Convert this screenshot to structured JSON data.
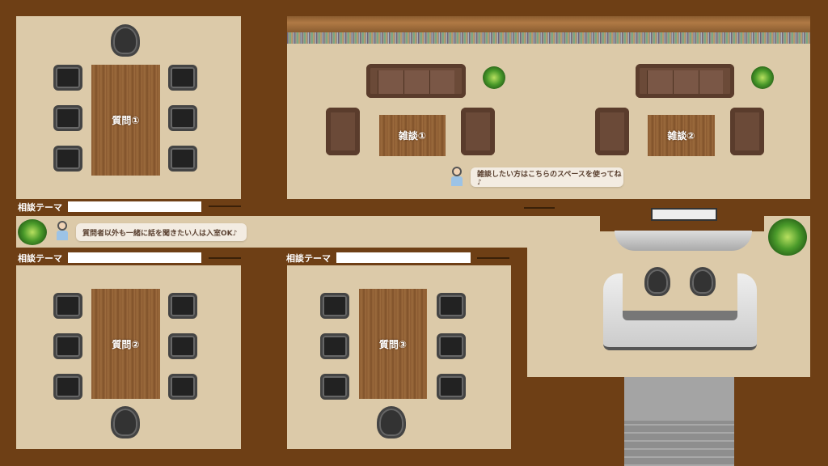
{
  "rooms": {
    "question1": {
      "table_label": "質問①",
      "theme_label": "相談テーマ",
      "theme_value": ""
    },
    "question2": {
      "table_label": "質問②",
      "theme_label": "相談テーマ",
      "theme_value": ""
    },
    "question3": {
      "table_label": "質問③",
      "theme_label": "相談テーマ",
      "theme_value": ""
    },
    "chat": {
      "table1_label": "雑談①",
      "table2_label": "雑談②",
      "bubble": "雑談したい方はこちらのスペースを使ってね♪"
    }
  },
  "corridor": {
    "bubble": "質問者以外も一緒に話を聞きたい人は入室OK♪"
  },
  "colors": {
    "wall": "#6e3f15",
    "floor": "#dccaa9"
  }
}
